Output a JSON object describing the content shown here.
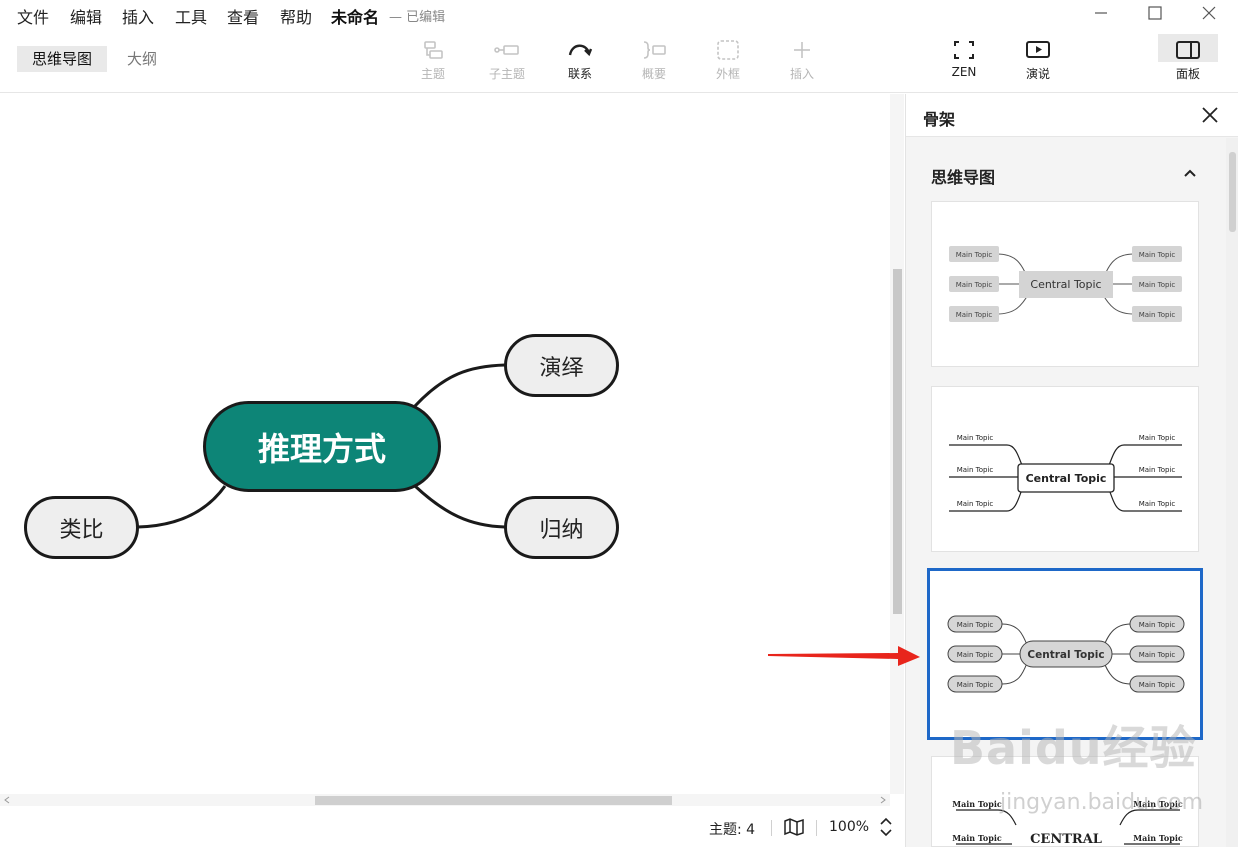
{
  "menu": [
    "文件",
    "编辑",
    "插入",
    "工具",
    "查看",
    "帮助"
  ],
  "document": {
    "title": "未命名",
    "status": "— 已编辑"
  },
  "view_tabs": {
    "mindmap": "思维导图",
    "outline": "大纲"
  },
  "toolbar": {
    "topic": "主题",
    "subtopic": "子主题",
    "relationship": "联系",
    "summary": "概要",
    "boundary": "外框",
    "insert": "插入",
    "zen": "ZEN",
    "pitch": "演说",
    "panel": "面板"
  },
  "mindmap": {
    "central": "推理方式",
    "topics": [
      "演绎",
      "归纳",
      "类比"
    ],
    "central_color": "#0d8577"
  },
  "status": {
    "topic_count": "主题: 4",
    "zoom": "100%"
  },
  "panel": {
    "title": "骨架",
    "section": "思维导图",
    "thumbnails": {
      "central": "Central Topic",
      "main": "Main Topic",
      "central_caps": "CENTRAL"
    },
    "selected_color": "#1e68c8"
  },
  "watermark": {
    "brand": "Baidu经验",
    "url": "jingyan.baidu.com"
  }
}
